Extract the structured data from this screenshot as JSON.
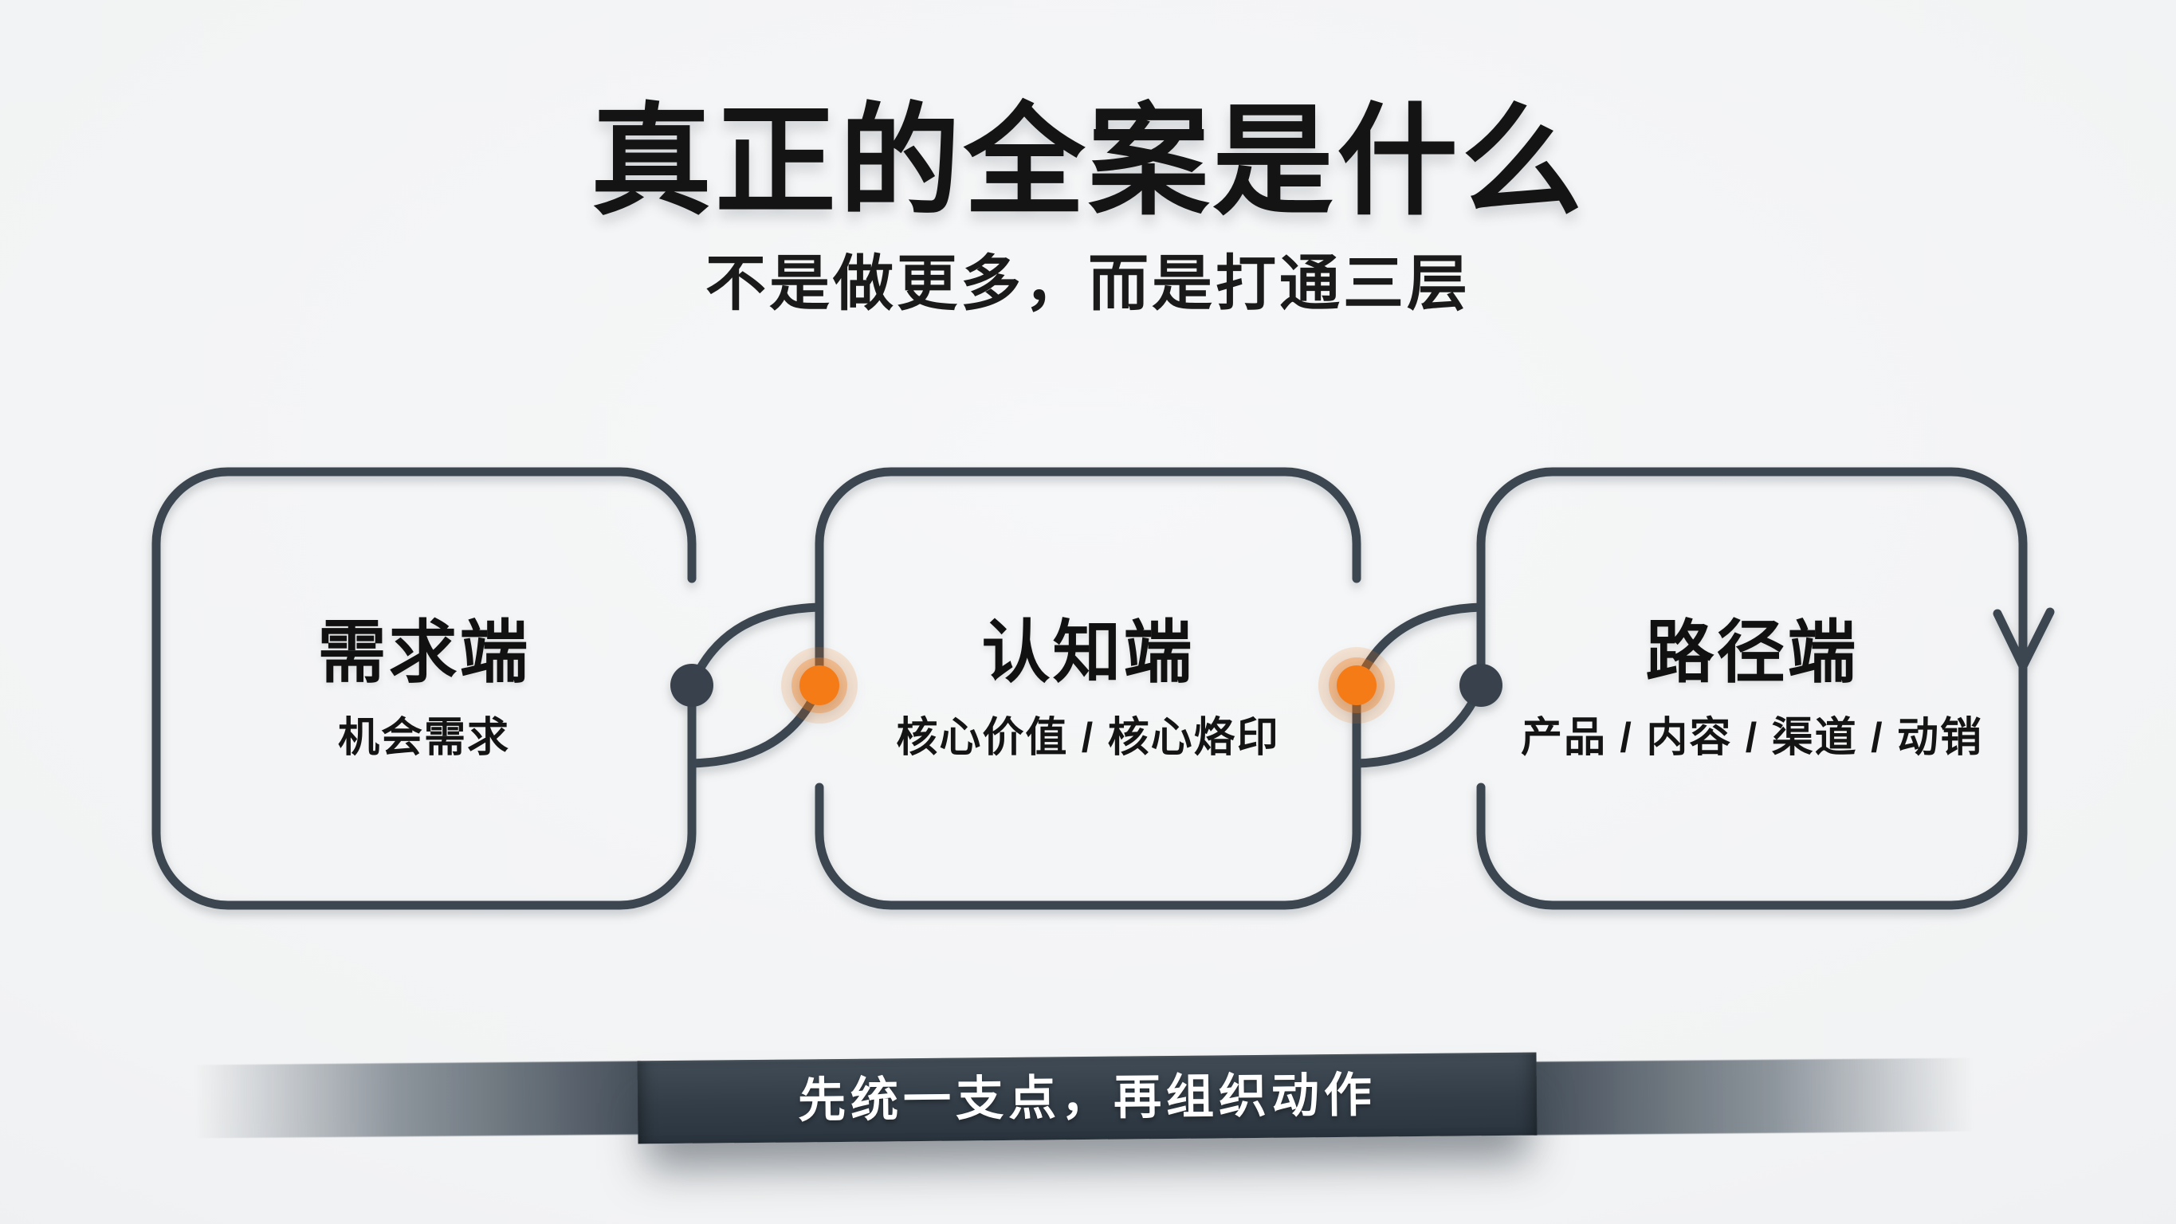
{
  "header": {
    "title": "真正的全案是什么",
    "subtitle": "不是做更多，而是打通三层"
  },
  "nodes": [
    {
      "id": "demand",
      "title": "需求端",
      "subtitle": "机会需求"
    },
    {
      "id": "cognition",
      "title": "认知端",
      "subtitle": "核心价值 / 核心烙印"
    },
    {
      "id": "path",
      "title": "路径端",
      "subtitle": "产品 / 内容 / 渠道 / 动销"
    }
  ],
  "connectors": [
    {
      "from": "需求端",
      "to": "认知端",
      "left_dot_color": "#39424c",
      "right_dot_color": "#f57b17"
    },
    {
      "from": "认知端",
      "to": "路径端",
      "left_dot_color": "#f57b17",
      "right_dot_color": "#39424c"
    }
  ],
  "banner": {
    "text": "先统一支点，再组织动作"
  },
  "icons": {
    "flow_arrow": "chevron-down"
  },
  "colors": {
    "background": "#f2f3f4",
    "ink": "#3c4650",
    "accent_orange": "#f57b17",
    "text": "#161616",
    "banner_background": "#333d47",
    "banner_text": "#ffffff"
  }
}
